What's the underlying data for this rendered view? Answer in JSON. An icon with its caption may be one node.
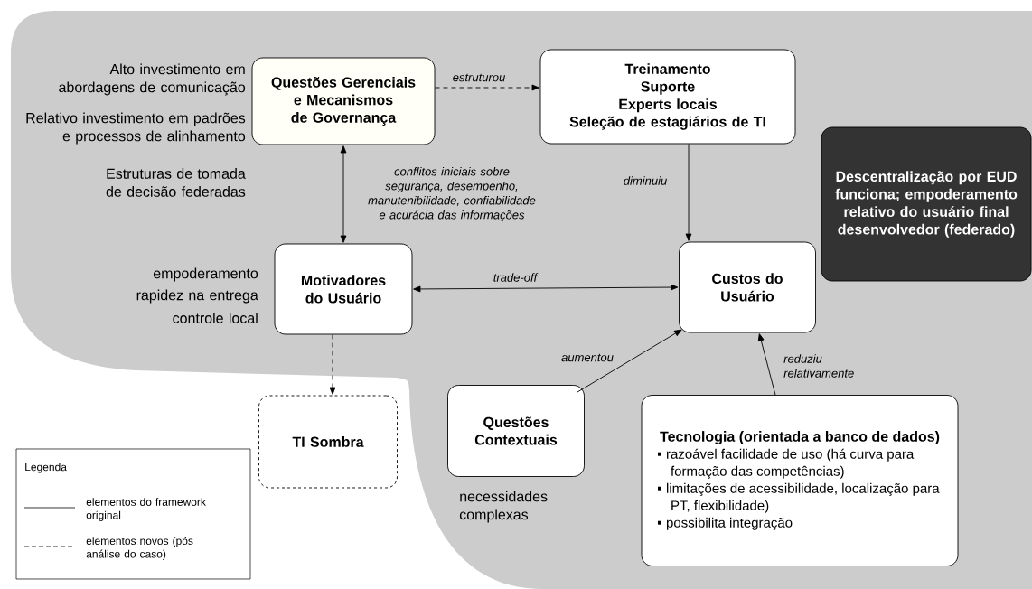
{
  "diagram": {
    "nodes": [
      {
        "text": [
          "Questões Gerenciais e Mecanismos de Governança"
        ],
        "beside": [
          "Alto investimento em abordagens de comunicação",
          "Relativo investimento em padrões e processos de alinhamento",
          "Estruturas de tomada de decisão federadas"
        ]
      },
      {
        "text": [
          "Treinamento",
          "Suporte",
          "Experts locais",
          "Seleção de estagiários de TI"
        ]
      },
      {
        "text": [
          "Motivadores do Usuário"
        ],
        "beside": [
          "empoderamento",
          "rapidez na entrega",
          "controle local"
        ]
      },
      {
        "text": [
          "Custos do Usuário"
        ]
      },
      {
        "text": [
          "Descentralização por EUD funciona; empoderamento relativo do usuário final desenvolvedor (federado)"
        ]
      },
      {
        "text": [
          "TI Sombra"
        ]
      },
      {
        "text": [
          "Questões Contextuais"
        ],
        "beside": [
          "necessidades complexas"
        ]
      },
      {
        "text": [
          "Tecnologia (orientada a banco de dados)",
          "razoável facilidade de uso (há curva para formação das competências)",
          "limitações de acessibilidade, localização para PT, flexibilidade)",
          "possibilita integração"
        ]
      }
    ],
    "edges": [
      {
        "from": 0,
        "to": 1,
        "arrow": "to",
        "label": "estruturou",
        "style": "dashed"
      },
      {
        "from": 0,
        "to": 2,
        "arrow": "both",
        "label": "conflitos iniciais sobre segurança, desempenho, manutenibilidade, confiabilidade e acurácia das informações"
      },
      {
        "from": 1,
        "to": 3,
        "arrow": "to",
        "label": "diminuiu"
      },
      {
        "from": 2,
        "to": 3,
        "arrow": "both",
        "label": "trade-off"
      },
      {
        "from": 2,
        "to": 5,
        "arrow": "to",
        "style": "dashed"
      },
      {
        "from": 6,
        "to": 3,
        "arrow": "to",
        "label": "aumentou"
      },
      {
        "from": 7,
        "to": 3,
        "arrow": "to",
        "label": "reduziu relativamente"
      }
    ],
    "labels": [
      "Legenda"
    ],
    "legend": [
      {
        "text": "elementos do framework original"
      },
      {
        "text": "elementos novos (pós análise do caso)"
      }
    ]
  }
}
